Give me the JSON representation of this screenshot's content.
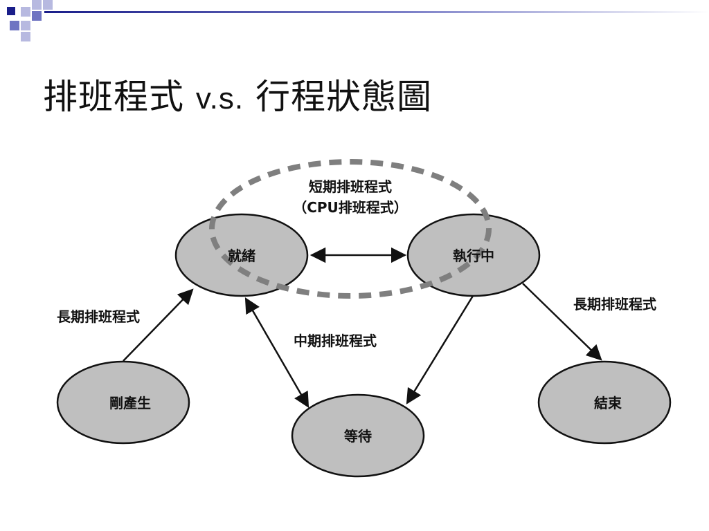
{
  "slide": {
    "title_cjk_1": "排班程式",
    "title_latin": "v.s.",
    "title_cjk_2": "行程狀態圖"
  },
  "diagram": {
    "states": {
      "ready": "就緒",
      "running": "執行中",
      "new": "剛產生",
      "waiting": "等待",
      "terminated": "結束"
    },
    "labels": {
      "short_term_line1": "短期排班程式",
      "short_term_line2": "（CPU排班程式）",
      "long_term_left": "長期排班程式",
      "mid_term": "中期排班程式",
      "long_term_right": "長期排班程式"
    },
    "colors": {
      "state_fill": "#bfbfbf",
      "dashed_loop": "#7f7f7f",
      "accent": "#1a1e8a"
    }
  }
}
